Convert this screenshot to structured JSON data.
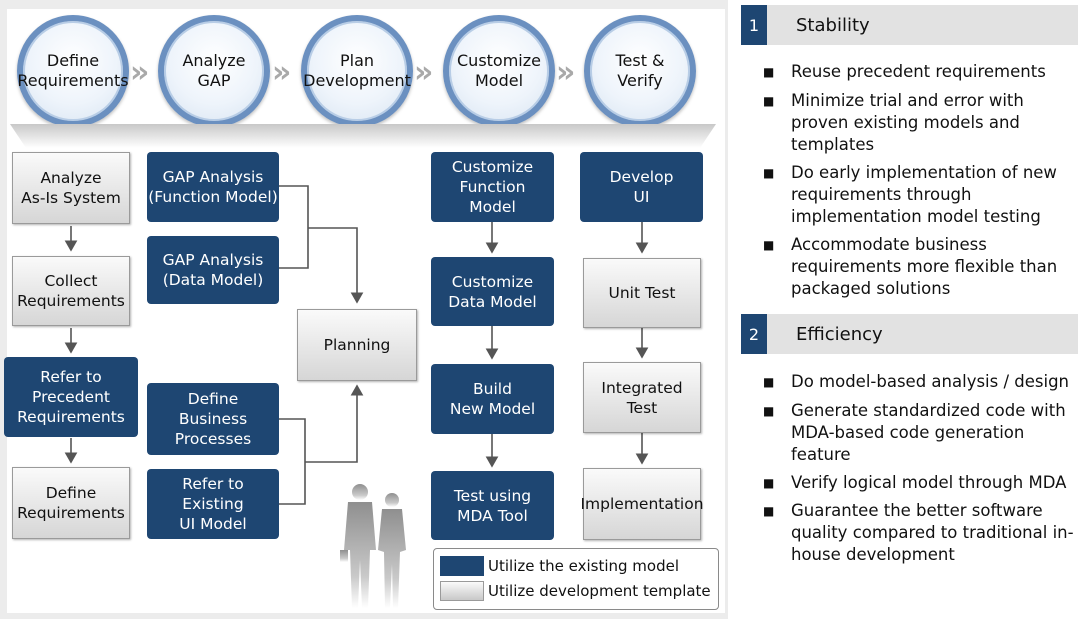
{
  "phases": [
    {
      "label": "Define\nRequirements"
    },
    {
      "label": "Analyze\nGAP"
    },
    {
      "label": "Plan\nDevelopment"
    },
    {
      "label": "Customize\nModel"
    },
    {
      "label": "Test &\nVerify"
    }
  ],
  "column1": [
    {
      "label": "Analyze\nAs-Is System",
      "style": "template"
    },
    {
      "label": "Collect\nRequirements",
      "style": "template"
    },
    {
      "label": "Refer to\nPrecedent\nRequirements",
      "style": "existing"
    },
    {
      "label": "Define\nRequirements",
      "style": "template"
    }
  ],
  "column2": [
    {
      "label": "GAP Analysis\n(Function Model)",
      "style": "existing"
    },
    {
      "label": "GAP Analysis\n(Data Model)",
      "style": "existing"
    },
    {
      "label": "Define\nBusiness\nProcesses",
      "style": "existing"
    },
    {
      "label": "Refer to\nExisting\nUI Model",
      "style": "existing"
    }
  ],
  "planning": {
    "label": "Planning",
    "style": "template"
  },
  "column4": [
    {
      "label": "Customize\nFunction\nModel",
      "style": "existing"
    },
    {
      "label": "Customize\nData Model",
      "style": "existing"
    },
    {
      "label": "Build\nNew Model",
      "style": "existing"
    },
    {
      "label": "Test using\nMDA Tool",
      "style": "existing"
    }
  ],
  "column5": [
    {
      "label": "Develop\nUI",
      "style": "existing"
    },
    {
      "label": "Unit Test",
      "style": "template"
    },
    {
      "label": "Integrated\nTest",
      "style": "template"
    },
    {
      "label": "Implementation",
      "style": "template"
    }
  ],
  "legend": {
    "existing": "Utilize the existing model",
    "template": "Utilize development template"
  },
  "sections": [
    {
      "number": "1",
      "title": "Stability",
      "bullets": [
        "Reuse precedent requirements",
        "Minimize trial and error with proven existing models and templates",
        "Do early implementation of new requirements through implementation model testing",
        "Accommodate business requirements more flexible than packaged solutions"
      ]
    },
    {
      "number": "2",
      "title": "Efficiency",
      "bullets": [
        "Do model-based analysis / design",
        "Generate standardized code with MDA-based code generation feature",
        "Verify logical model through MDA",
        "Guarantee the better software quality compared to traditional in-house development"
      ]
    }
  ],
  "colors": {
    "existing": "#1e4672",
    "template": "#d6d6d6",
    "ring": "#6b90c0"
  }
}
